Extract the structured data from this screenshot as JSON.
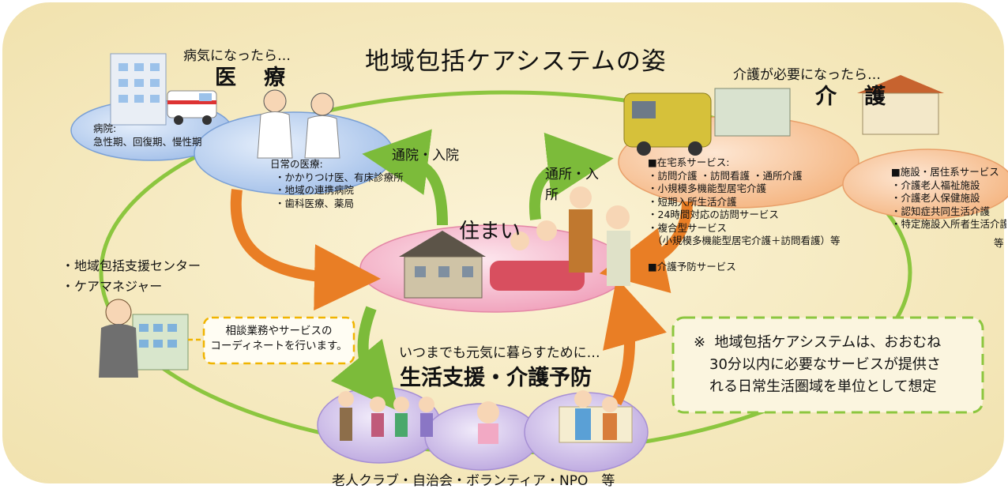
{
  "title": "地域包括ケアシステムの姿",
  "medical": {
    "lead": "病気になったら…",
    "heading": "医　療",
    "hospital_title": "病院:",
    "hospital_detail": "急性期、回復期、慢性期",
    "daily_title": "日常の医療:",
    "daily_items": [
      "・かかりつけ医、有床診療所",
      "・地域の連携病院",
      "・歯科医療、薬局"
    ]
  },
  "care": {
    "lead": "介護が必要になったら…",
    "heading": "介　護",
    "home_title": "■在宅系サービス:",
    "home_items": [
      "・訪問介護 ・訪問看護 ・通所介護",
      "・小規模多機能型居宅介護",
      "・短期入所生活介護",
      "・24時間対応の訪問サービス",
      "・複合型サービス",
      "（小規模多機能型居宅介護＋訪問看護）等"
    ],
    "prevention": "■介護予防サービス",
    "facility_title": "■施設・居住系サービス",
    "facility_items": [
      "・介護老人福祉施設",
      "・介護老人保健施設",
      "・認知症共同生活介護",
      "・特定施設入所者生活介護"
    ],
    "facility_suffix": "等"
  },
  "home": {
    "label": "住まい"
  },
  "arrows": {
    "hospital_visit": "通院・入院",
    "care_visit_line1": "通所・入",
    "care_visit_line2": "所"
  },
  "support": {
    "lead": "いつまでも元気に暮らすために…",
    "heading": "生活支援・介護予防",
    "groups": "老人クラブ・自治会・ボランティア・NPO　等"
  },
  "center": {
    "items": [
      "・地域包括支援センター",
      "・ケアマネジャー"
    ],
    "consult_lines": [
      "相談業務やサービスの",
      "コーディネートを行います。"
    ]
  },
  "note": {
    "mark": "※",
    "lines": [
      "地域包括ケアシステムは、おおむね",
      "30分以内に必要なサービスが提供さ",
      "れる日常生活圏域を単位として想定"
    ]
  },
  "colors": {
    "ring": "#8cc63f",
    "arrow": "#e97e25",
    "medical_ellipse": "#bcd4f2",
    "care_ellipse": "#f8c9a3",
    "home_ellipse": "#f6c9d8",
    "support_ellipse": "#d7c8ec",
    "background": "#f6e9bd",
    "note_border": "#8cc63f",
    "consult_border": "#f0b400"
  },
  "icons": [
    "hospital-icon",
    "ambulance-icon",
    "doctor-icon",
    "nurse-icon",
    "van-icon",
    "care-facility-icon",
    "house-icon",
    "family-icon",
    "care-manager-icon",
    "center-building-icon",
    "seniors-icon",
    "caregiver-icon"
  ]
}
